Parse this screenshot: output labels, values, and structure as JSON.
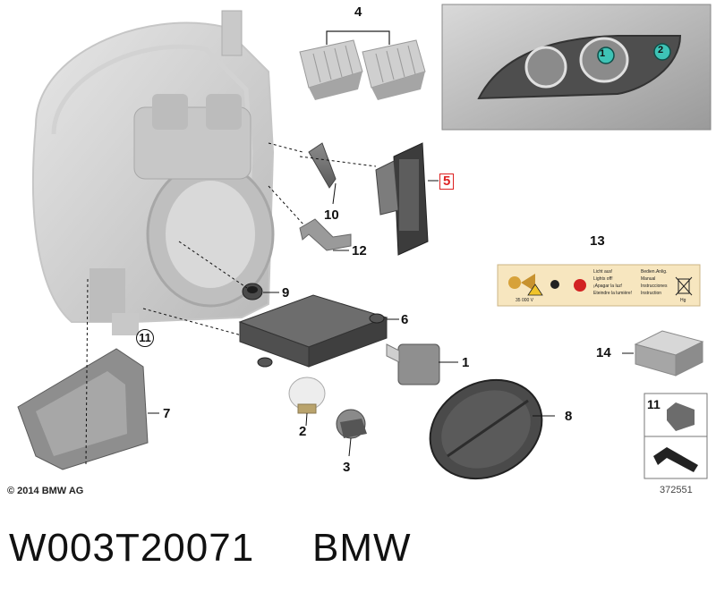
{
  "callouts": {
    "c1": "1",
    "c2": "2",
    "c3": "3",
    "c4": "4",
    "c5": "5",
    "c6": "6",
    "c7": "7",
    "c8": "8",
    "c9": "9",
    "c10": "10",
    "c11": "11",
    "c12": "12",
    "c13": "13",
    "c14": "14",
    "inset_a": "1",
    "inset_b": "2",
    "inset_11": "11",
    "inline_11": "11"
  },
  "warning_label": {
    "col1": [
      "Licht aus!",
      "Lights off!",
      "¡Apagar la luz!",
      "Eteindre la lumière!"
    ],
    "col2": [
      "Bedien.Anlig.",
      "Manual",
      "Instrucciones",
      "Instruction"
    ],
    "voltage": "35 000 V",
    "hg": "Hg"
  },
  "copyright": "© 2014 BMW AG",
  "doc_number": "372551",
  "footer": {
    "code": "W003T20071",
    "brand": "BMW"
  },
  "colors": {
    "part_gray": "#a9a9a9",
    "line_dark": "#2b2b2b",
    "highlight_teal": "#3ec3b6",
    "label_bg": "#f7e6bf",
    "red": "#d22222"
  }
}
